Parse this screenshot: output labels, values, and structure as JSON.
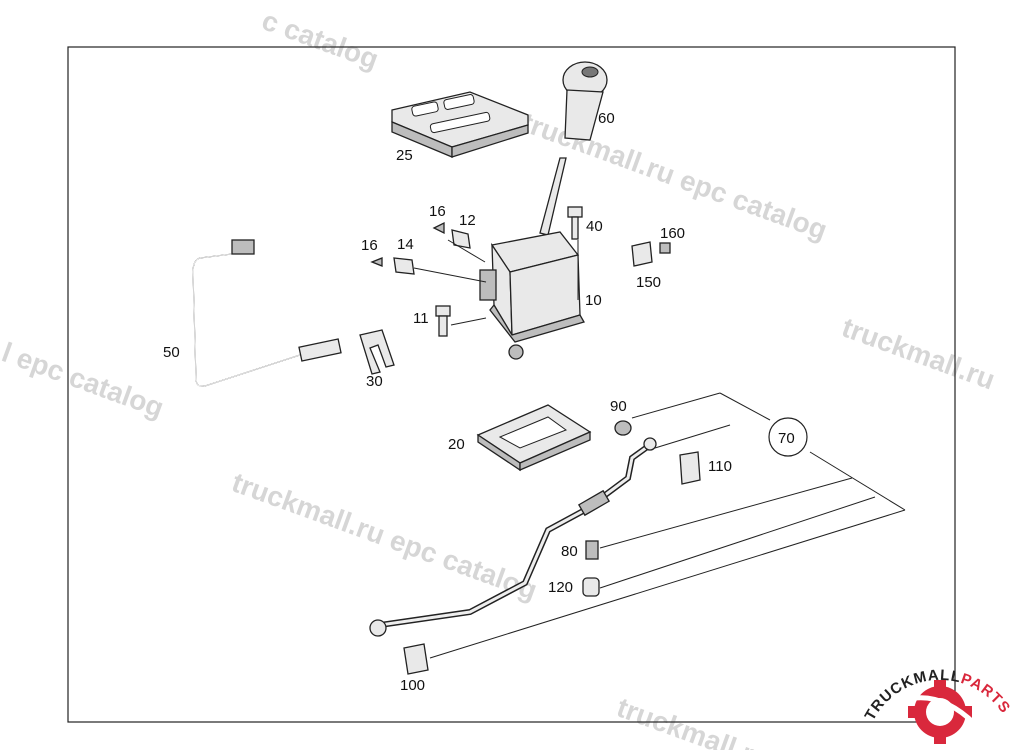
{
  "watermarks": [
    "c catalog",
    "truckmall.ru epc catalog",
    "truckmall.ru",
    "l epc catalog",
    "truckmall.ru epc catalog",
    "truckmall.ru"
  ],
  "labels": [
    "25",
    "60",
    "16",
    "12",
    "40",
    "16",
    "14",
    "160",
    "150",
    "10",
    "11",
    "50",
    "30",
    "90",
    "70",
    "20",
    "110",
    "80",
    "120",
    "100"
  ],
  "logo": {
    "text_dark": "TRUCKMALL",
    "text_accent": "PARTS",
    "accent_color": "#d9283c"
  },
  "colors": {
    "frame": "#222222",
    "watermark": "#cfcfcf"
  }
}
